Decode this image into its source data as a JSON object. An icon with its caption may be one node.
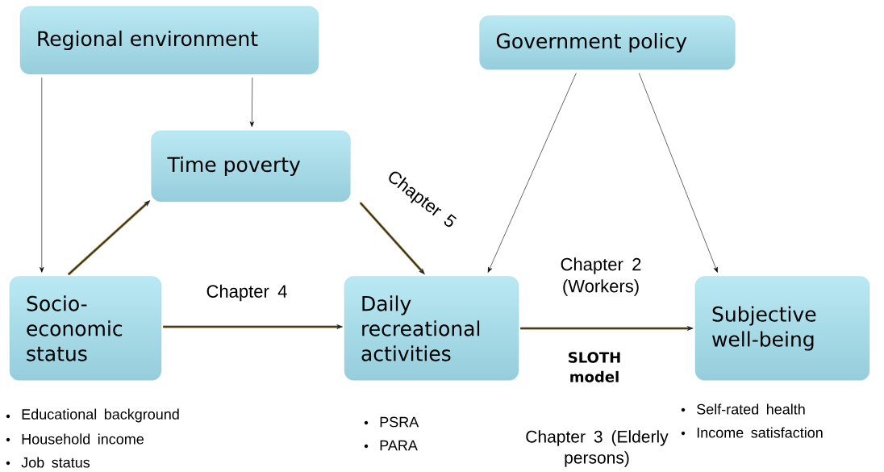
{
  "diagram": {
    "nodes": [
      {
        "text": [
          "Regional environment"
        ]
      },
      {
        "text": [
          "Government policy"
        ]
      },
      {
        "text": [
          "Time poverty"
        ]
      },
      {
        "text": [
          "Socio-economic status"
        ],
        "beside": [
          "Educational background",
          "Household income",
          "Job status"
        ]
      },
      {
        "text": [
          "Daily recreational activities"
        ],
        "beside": [
          "PSRA",
          "PARA"
        ]
      },
      {
        "text": [
          "Subjective well-being"
        ],
        "beside": [
          "Self-rated health",
          "Income satisfaction"
        ]
      }
    ],
    "edges": [
      {
        "from": 0,
        "to": 3,
        "arrow": "to"
      },
      {
        "from": 0,
        "to": 2,
        "arrow": "to"
      },
      {
        "from": 3,
        "to": 2,
        "arrow": "to",
        "style": "thick",
        "color": "#a07d28"
      },
      {
        "from": 2,
        "to": 4,
        "arrow": "to",
        "style": "thick",
        "color": "#a07d28",
        "label": "Chapter 5"
      },
      {
        "from": 3,
        "to": 4,
        "arrow": "to",
        "style": "thick",
        "color": "#a07d28",
        "label": "Chapter 4"
      },
      {
        "from": 1,
        "to": 4,
        "arrow": "to"
      },
      {
        "from": 1,
        "to": 5,
        "arrow": "to"
      },
      {
        "from": 4,
        "to": 5,
        "arrow": "to",
        "style": "thick",
        "color": "#a07d28",
        "label": "Chapter 2 (Workers)"
      }
    ],
    "labels": [
      "SLOTH model",
      "Chapter 3 (Elderly persons)"
    ]
  }
}
